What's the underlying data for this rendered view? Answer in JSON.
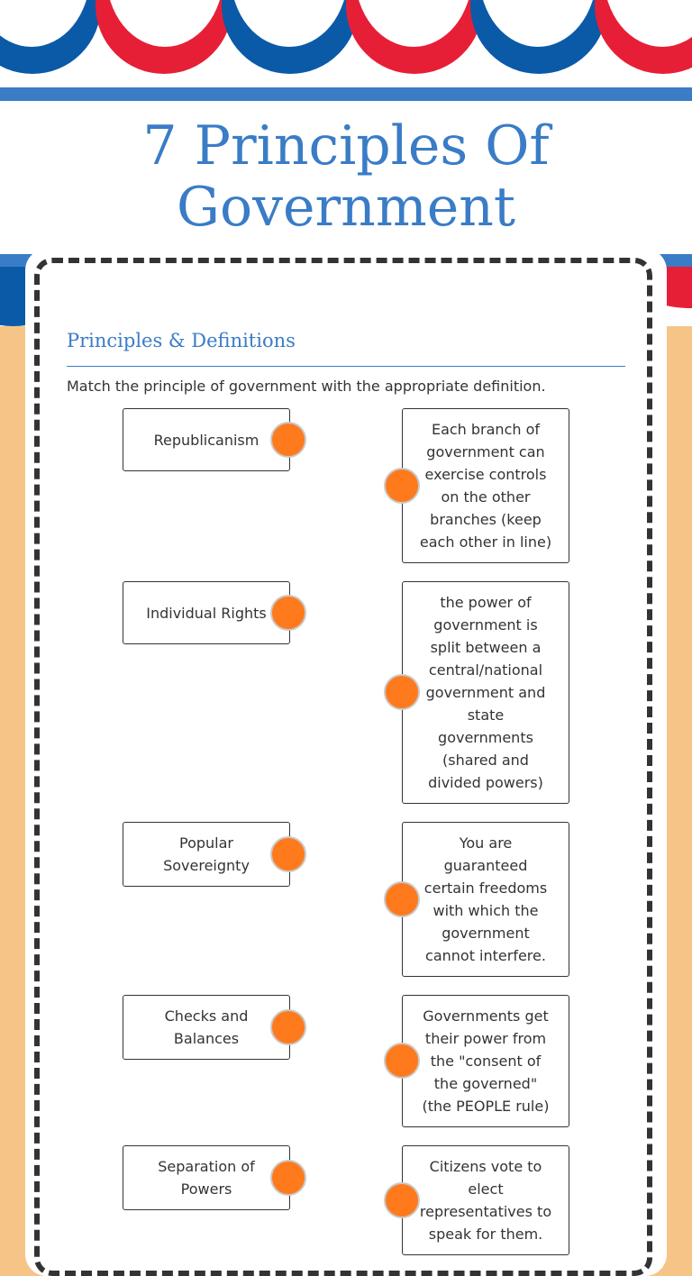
{
  "worksheet": {
    "title_line1": "7 Principles Of",
    "title_line2": "Government",
    "section_title": "Principles & Definitions",
    "instructions": "Match the principle of government with the appropriate definition."
  },
  "principles": [
    {
      "line1": "Republicanism",
      "line2": ""
    },
    {
      "line1": "Individual Rights",
      "line2": ""
    },
    {
      "line1": "Popular",
      "line2": "Sovereignty"
    },
    {
      "line1": "Checks and",
      "line2": "Balances"
    },
    {
      "line1": "Separation of",
      "line2": "Powers"
    }
  ],
  "definitions": [
    [
      "Each branch of",
      "government can",
      "exercise controls",
      "on the other",
      "branches (keep",
      "each other in line)"
    ],
    [
      "the power of",
      "government is",
      "split between a",
      "central/national",
      "government and",
      "state",
      "governments",
      "(shared and",
      "divided powers)"
    ],
    [
      "You are",
      "guaranteed",
      "certain freedoms",
      "with which the",
      "government",
      "cannot interfere."
    ],
    [
      "Governments get",
      "their power from",
      "the \"consent of",
      "the governed\"",
      "(the PEOPLE rule)"
    ],
    [
      "Citizens vote to",
      "elect",
      "representatives to",
      "speak for them."
    ]
  ],
  "colors": {
    "blue": "#3a7cc6",
    "red": "#e61f37",
    "dark_blue": "#0a5aa8",
    "orange_dot": "#ff7a1c",
    "background": "#f7c487"
  }
}
